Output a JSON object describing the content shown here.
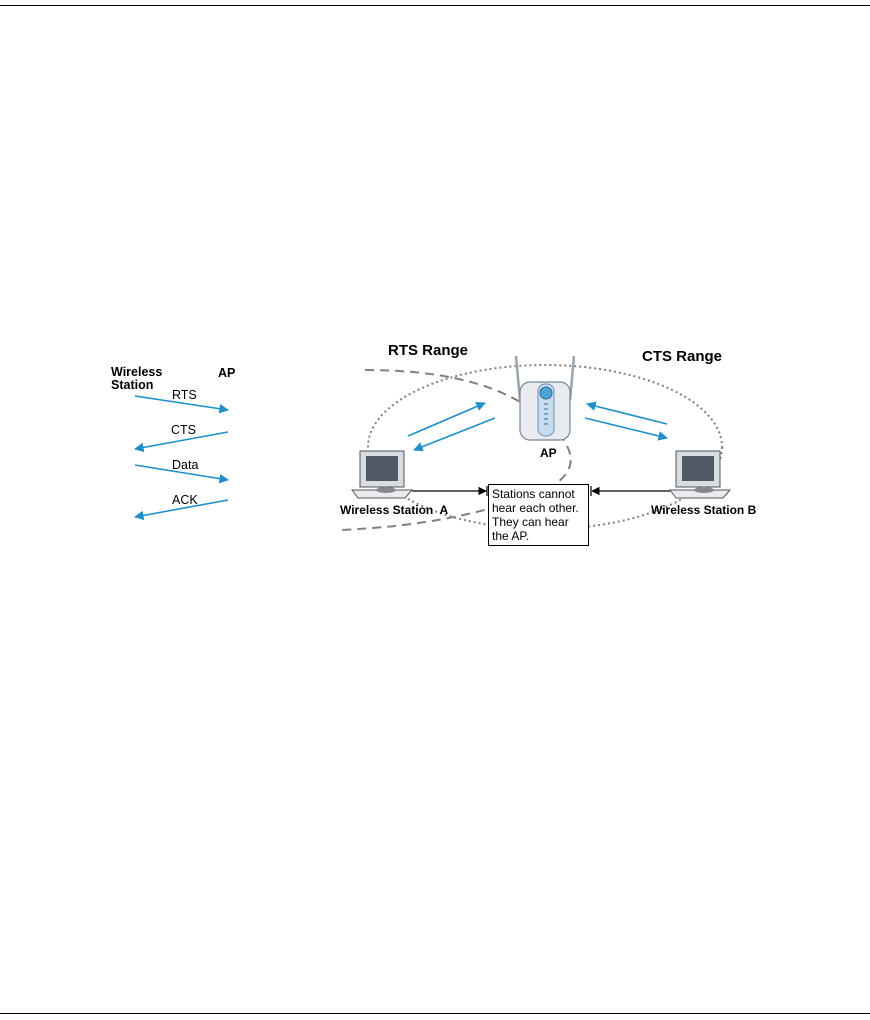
{
  "sequence": {
    "station_label_line1": "Wireless",
    "station_label_line2": "Station",
    "ap_label": "AP",
    "messages": [
      "RTS",
      "CTS",
      "Data",
      "ACK"
    ]
  },
  "topology": {
    "rts_range": "RTS Range",
    "cts_range": "CTS Range",
    "ap_label": "AP",
    "station_a": "Wireless Station  A",
    "station_b": "Wireless Station B",
    "note_lines": [
      "Stations cannot",
      "hear each other.",
      "They can hear",
      "the AP."
    ]
  },
  "colors": {
    "arrow": "#1e8fc8",
    "range_line": "#808080",
    "device_body": "#e8ecf0"
  }
}
